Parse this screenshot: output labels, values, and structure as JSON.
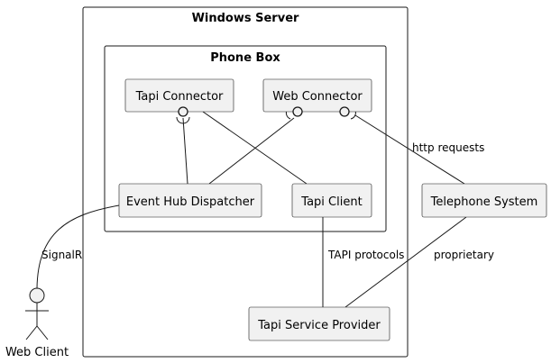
{
  "containers": {
    "windows_server": "Windows Server",
    "phone_box": "Phone Box"
  },
  "components": {
    "tapi_connector": "Tapi Connector",
    "web_connector": "Web Connector",
    "event_hub_dispatcher": "Event Hub Dispatcher",
    "tapi_client": "Tapi Client",
    "telephone_system": "Telephone System",
    "tapi_service_provider": "Tapi Service Provider"
  },
  "actors": {
    "web_client": "Web Client"
  },
  "edge_labels": {
    "http_requests": "http requests",
    "signalr": "SignalR",
    "tapi_protocols": "TAPI protocols",
    "proprietary": "proprietary"
  }
}
